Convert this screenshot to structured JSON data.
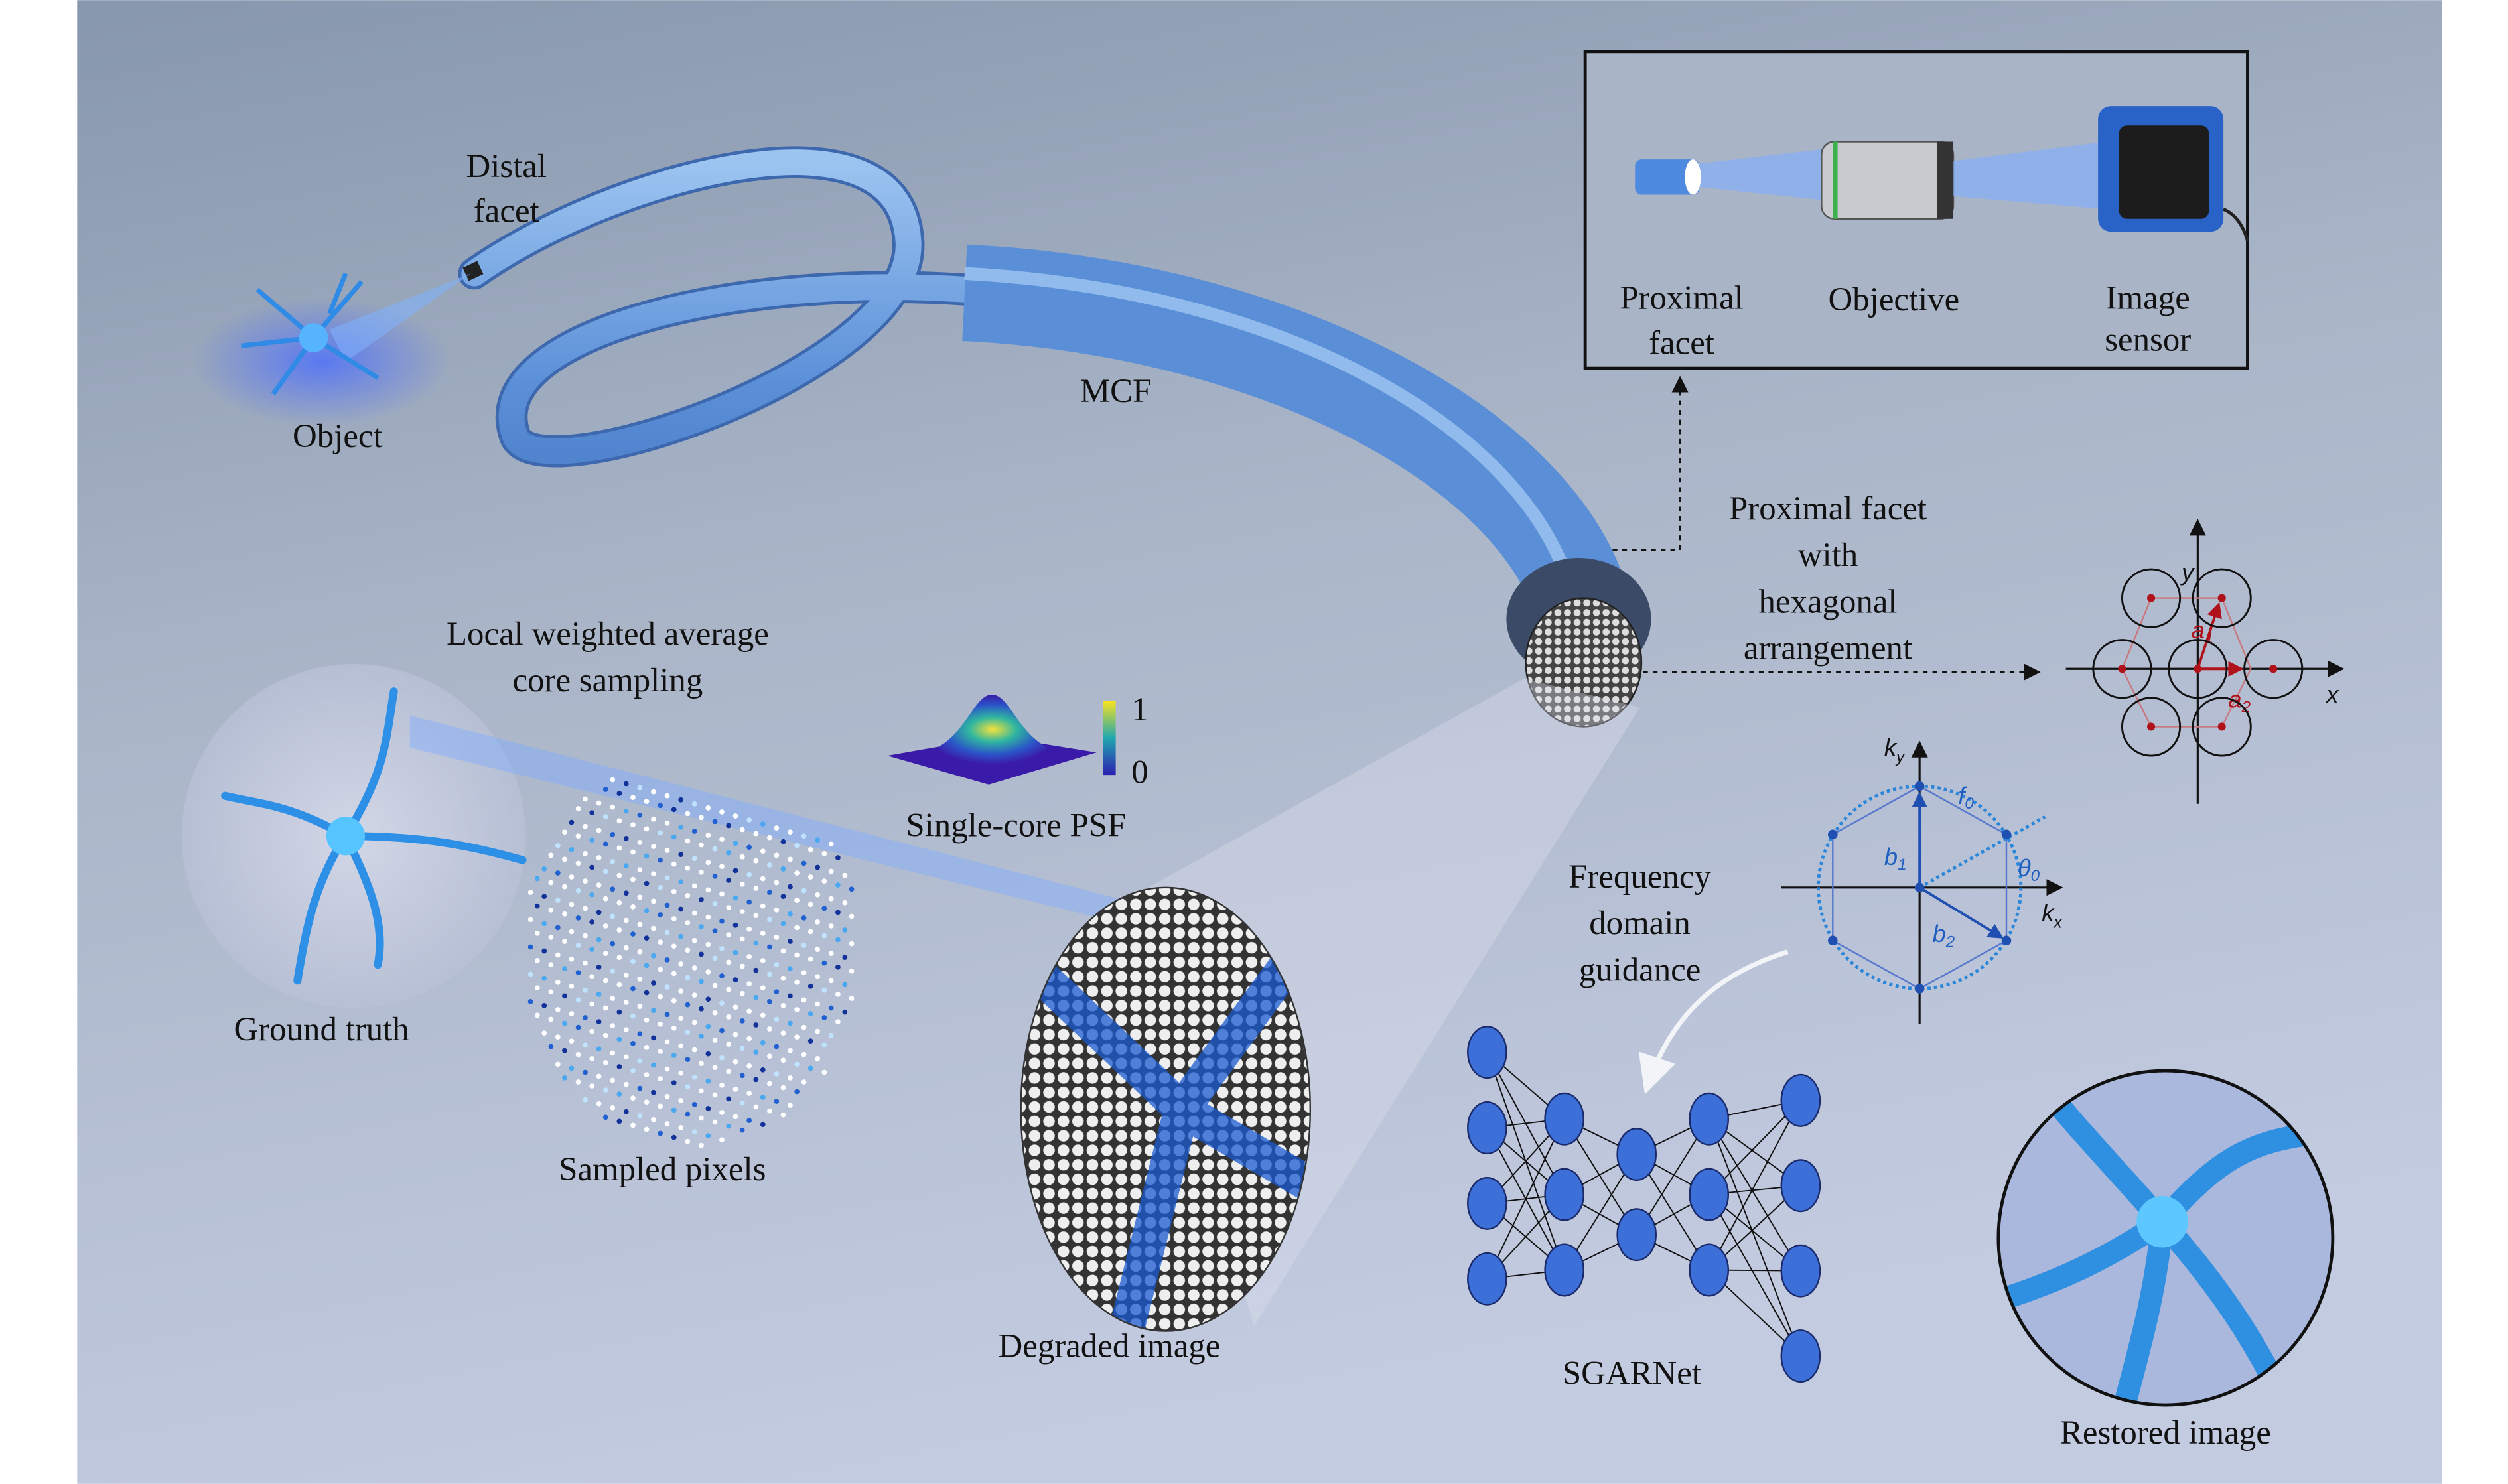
{
  "labels": {
    "distal_facet": [
      "Distal",
      "facet"
    ],
    "object": "Object",
    "mcf": "MCF",
    "inset": {
      "proximal_facet": [
        "Proximal",
        "facet"
      ],
      "objective": "Objective",
      "image_sensor": [
        "Image",
        "sensor"
      ]
    },
    "proximal_hex": [
      "Proximal facet",
      "with",
      "hexagonal",
      "arrangement"
    ],
    "sampling": [
      "Local weighted average",
      "core sampling"
    ],
    "psf": "Single-core PSF",
    "psf_scale_max": "1",
    "psf_scale_min": "0",
    "ground_truth": "Ground truth",
    "sampled_pixels": "Sampled pixels",
    "degraded_image": "Degraded image",
    "frequency_guidance": [
      "Frequency",
      "domain",
      "guidance"
    ],
    "network": "SGARNet",
    "restored_image": "Restored image"
  },
  "hex_diagram": {
    "x_axis": "x",
    "y_axis": "y",
    "vec1": "a",
    "vec1_sub": "1",
    "vec2": "a",
    "vec2_sub": "2"
  },
  "k_diagram": {
    "x_axis": "k",
    "x_sub": "x",
    "y_axis": "k",
    "y_sub": "y",
    "vec1": "b",
    "vec1_sub": "1",
    "vec2": "b",
    "vec2_sub": "2",
    "radius": "f",
    "radius_sub": "0",
    "angle": "θ",
    "angle_sub": "0"
  },
  "network_layers": [
    4,
    3,
    2,
    3,
    4
  ],
  "colors": {
    "fiber": "#5b8fd6",
    "node": "#3d6fd8",
    "hex_red": "#b0121b",
    "k_blue": "#1f5fbf",
    "bg_top": "#8c9db2",
    "bg_bottom": "#c3cce0"
  }
}
